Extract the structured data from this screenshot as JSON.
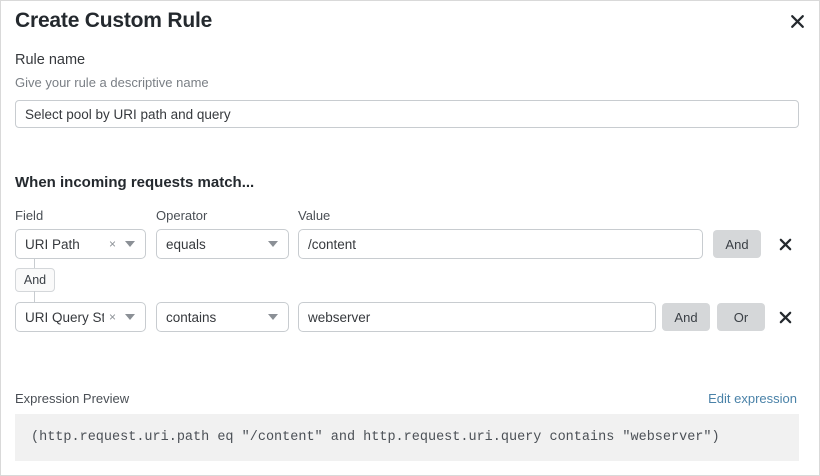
{
  "dialog": {
    "title": "Create Custom Rule",
    "close_icon": "close-icon"
  },
  "rule_name": {
    "label": "Rule name",
    "help": "Give your rule a descriptive name",
    "value": "Select pool by URI path and query",
    "placeholder": "Select pool by URI path and query"
  },
  "conditions": {
    "heading": "When incoming requests match...",
    "columns": {
      "field": "Field",
      "operator": "Operator",
      "value": "Value"
    },
    "connector": {
      "label": "And"
    },
    "rows": [
      {
        "field": "URI Path",
        "operator": "equals",
        "value": "/content",
        "buttons": [
          "And"
        ],
        "clear_icon": "clear-icon",
        "caret_icon": "chevron-down-icon",
        "delete_icon": "delete-icon"
      },
      {
        "field": "URI Query St...",
        "operator": "contains",
        "value": "webserver",
        "buttons": [
          "And",
          "Or"
        ],
        "clear_icon": "clear-icon",
        "caret_icon": "chevron-down-icon",
        "delete_icon": "delete-icon"
      }
    ]
  },
  "expression": {
    "label": "Expression Preview",
    "edit_link": "Edit expression",
    "code": "(http.request.uri.path eq \"/content\" and http.request.uri.query contains \"webserver\")"
  },
  "colors": {
    "accent_link": "#4a82a8",
    "button_bg": "#d5d7d9",
    "border": "#c8ccd0",
    "code_bg": "#f1f1f1"
  }
}
